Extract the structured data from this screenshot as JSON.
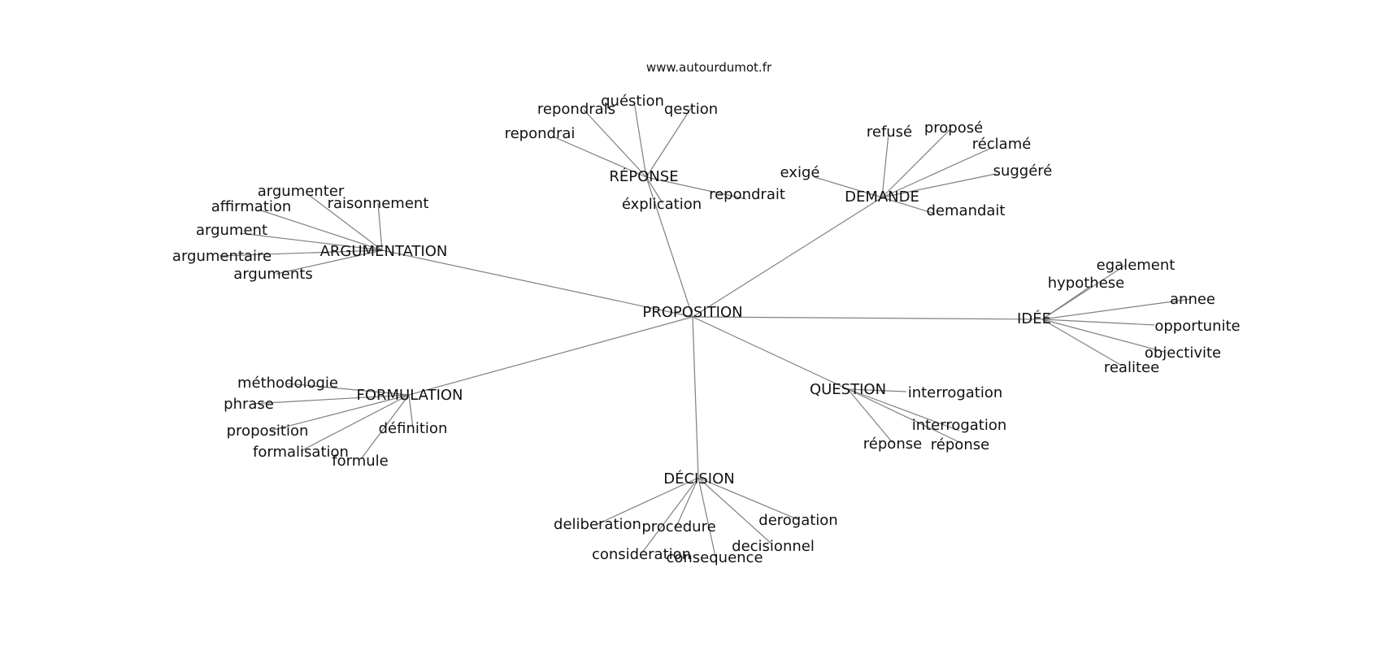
{
  "site": "www.autourdumot.fr",
  "graph": {
    "center": "PROPOSITION",
    "hubs": [
      {
        "key": "reponse",
        "label": "RÉPONSE",
        "leaves": [
          "repondrais",
          "quéstion",
          "qestion",
          "repondrai",
          "éxplication",
          "repondrait"
        ]
      },
      {
        "key": "demande",
        "label": "DEMANDE",
        "leaves": [
          "refusé",
          "proposé",
          "réclamé",
          "exigé",
          "suggéré",
          "demandait"
        ]
      },
      {
        "key": "argumentation",
        "label": "ARGUMENTATION",
        "leaves": [
          "argumenter",
          "affirmation",
          "raisonnement",
          "argument",
          "argumentaire",
          "arguments"
        ]
      },
      {
        "key": "idee",
        "label": "IDÉE",
        "leaves": [
          "egalement",
          "hypothese",
          "annee",
          "opportunite",
          "objectivite",
          "realitee"
        ]
      },
      {
        "key": "formulation",
        "label": "FORMULATION",
        "leaves": [
          "méthodologie",
          "phrase",
          "proposition",
          "définition",
          "formalisation",
          "formule"
        ]
      },
      {
        "key": "question",
        "label": "QUESTION",
        "leaves": [
          "interrogation",
          "interrogation",
          "réponse",
          "réponse"
        ]
      },
      {
        "key": "decision",
        "label": "DÉCISION",
        "leaves": [
          "deliberation",
          "procedure",
          "derogation",
          "consideration",
          "consequence",
          "decisionnel"
        ]
      }
    ]
  }
}
